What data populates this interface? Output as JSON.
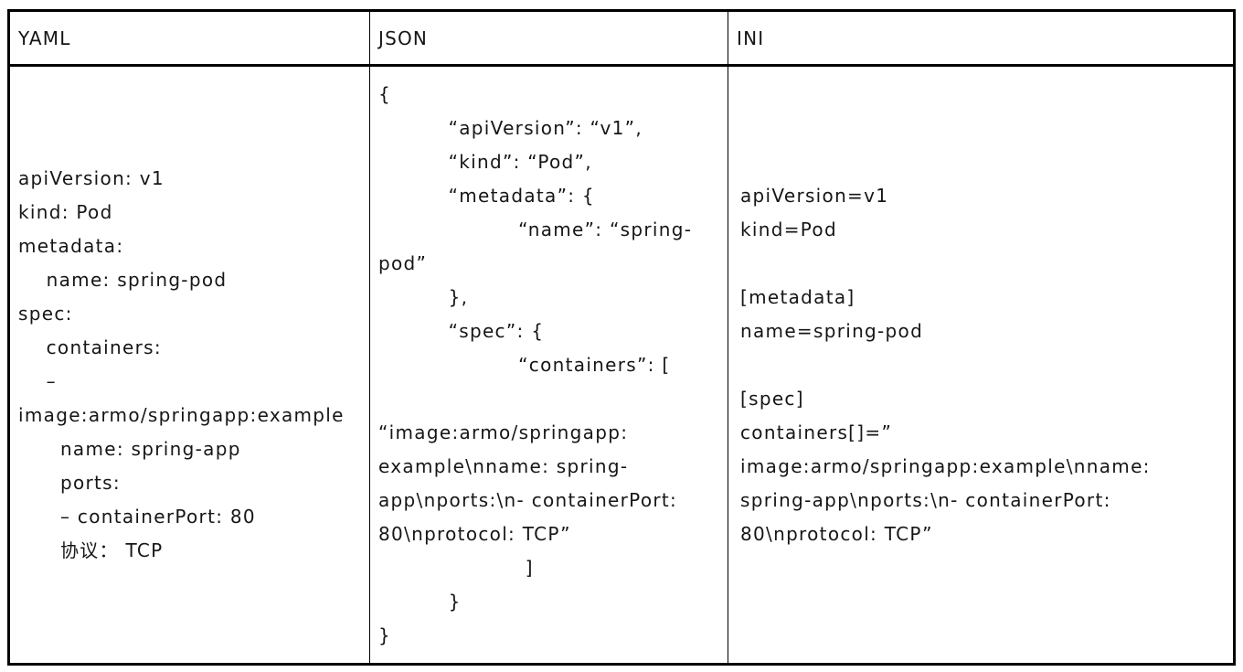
{
  "table": {
    "columns": [
      {
        "header": "YAML",
        "body": "apiVersion: v1\nkind: Pod\nmetadata:\n    name: spring-pod\nspec:\n    containers:\n    –\nimage:armo/springapp:example\n      name: spring-app\n      ports:\n      – containerPort: 80\n      协议： TCP"
      },
      {
        "header": "JSON",
        "body": "{\n          “apiVersion”: “v1”,\n          “kind”: “Pod”,\n          “metadata”: {\n                    “name”: “spring-\npod”\n          },\n          “spec”: {\n                    “containers”: [\n\n“image:armo/springapp:\nexample\\nname: spring-\napp\\nports:\\n- containerPort:\n80\\nprotocol: TCP”\n                     ]\n          }\n}"
      },
      {
        "header": "INI",
        "body": "apiVersion=v1\nkind=Pod\n\n[metadata]\nname=spring-pod\n\n[spec]\ncontainers[]=”\nimage:armo/springapp:example\\nname:\nspring-app\\nports:\\n- containerPort:\n80\\nprotocol: TCP”"
      }
    ]
  }
}
